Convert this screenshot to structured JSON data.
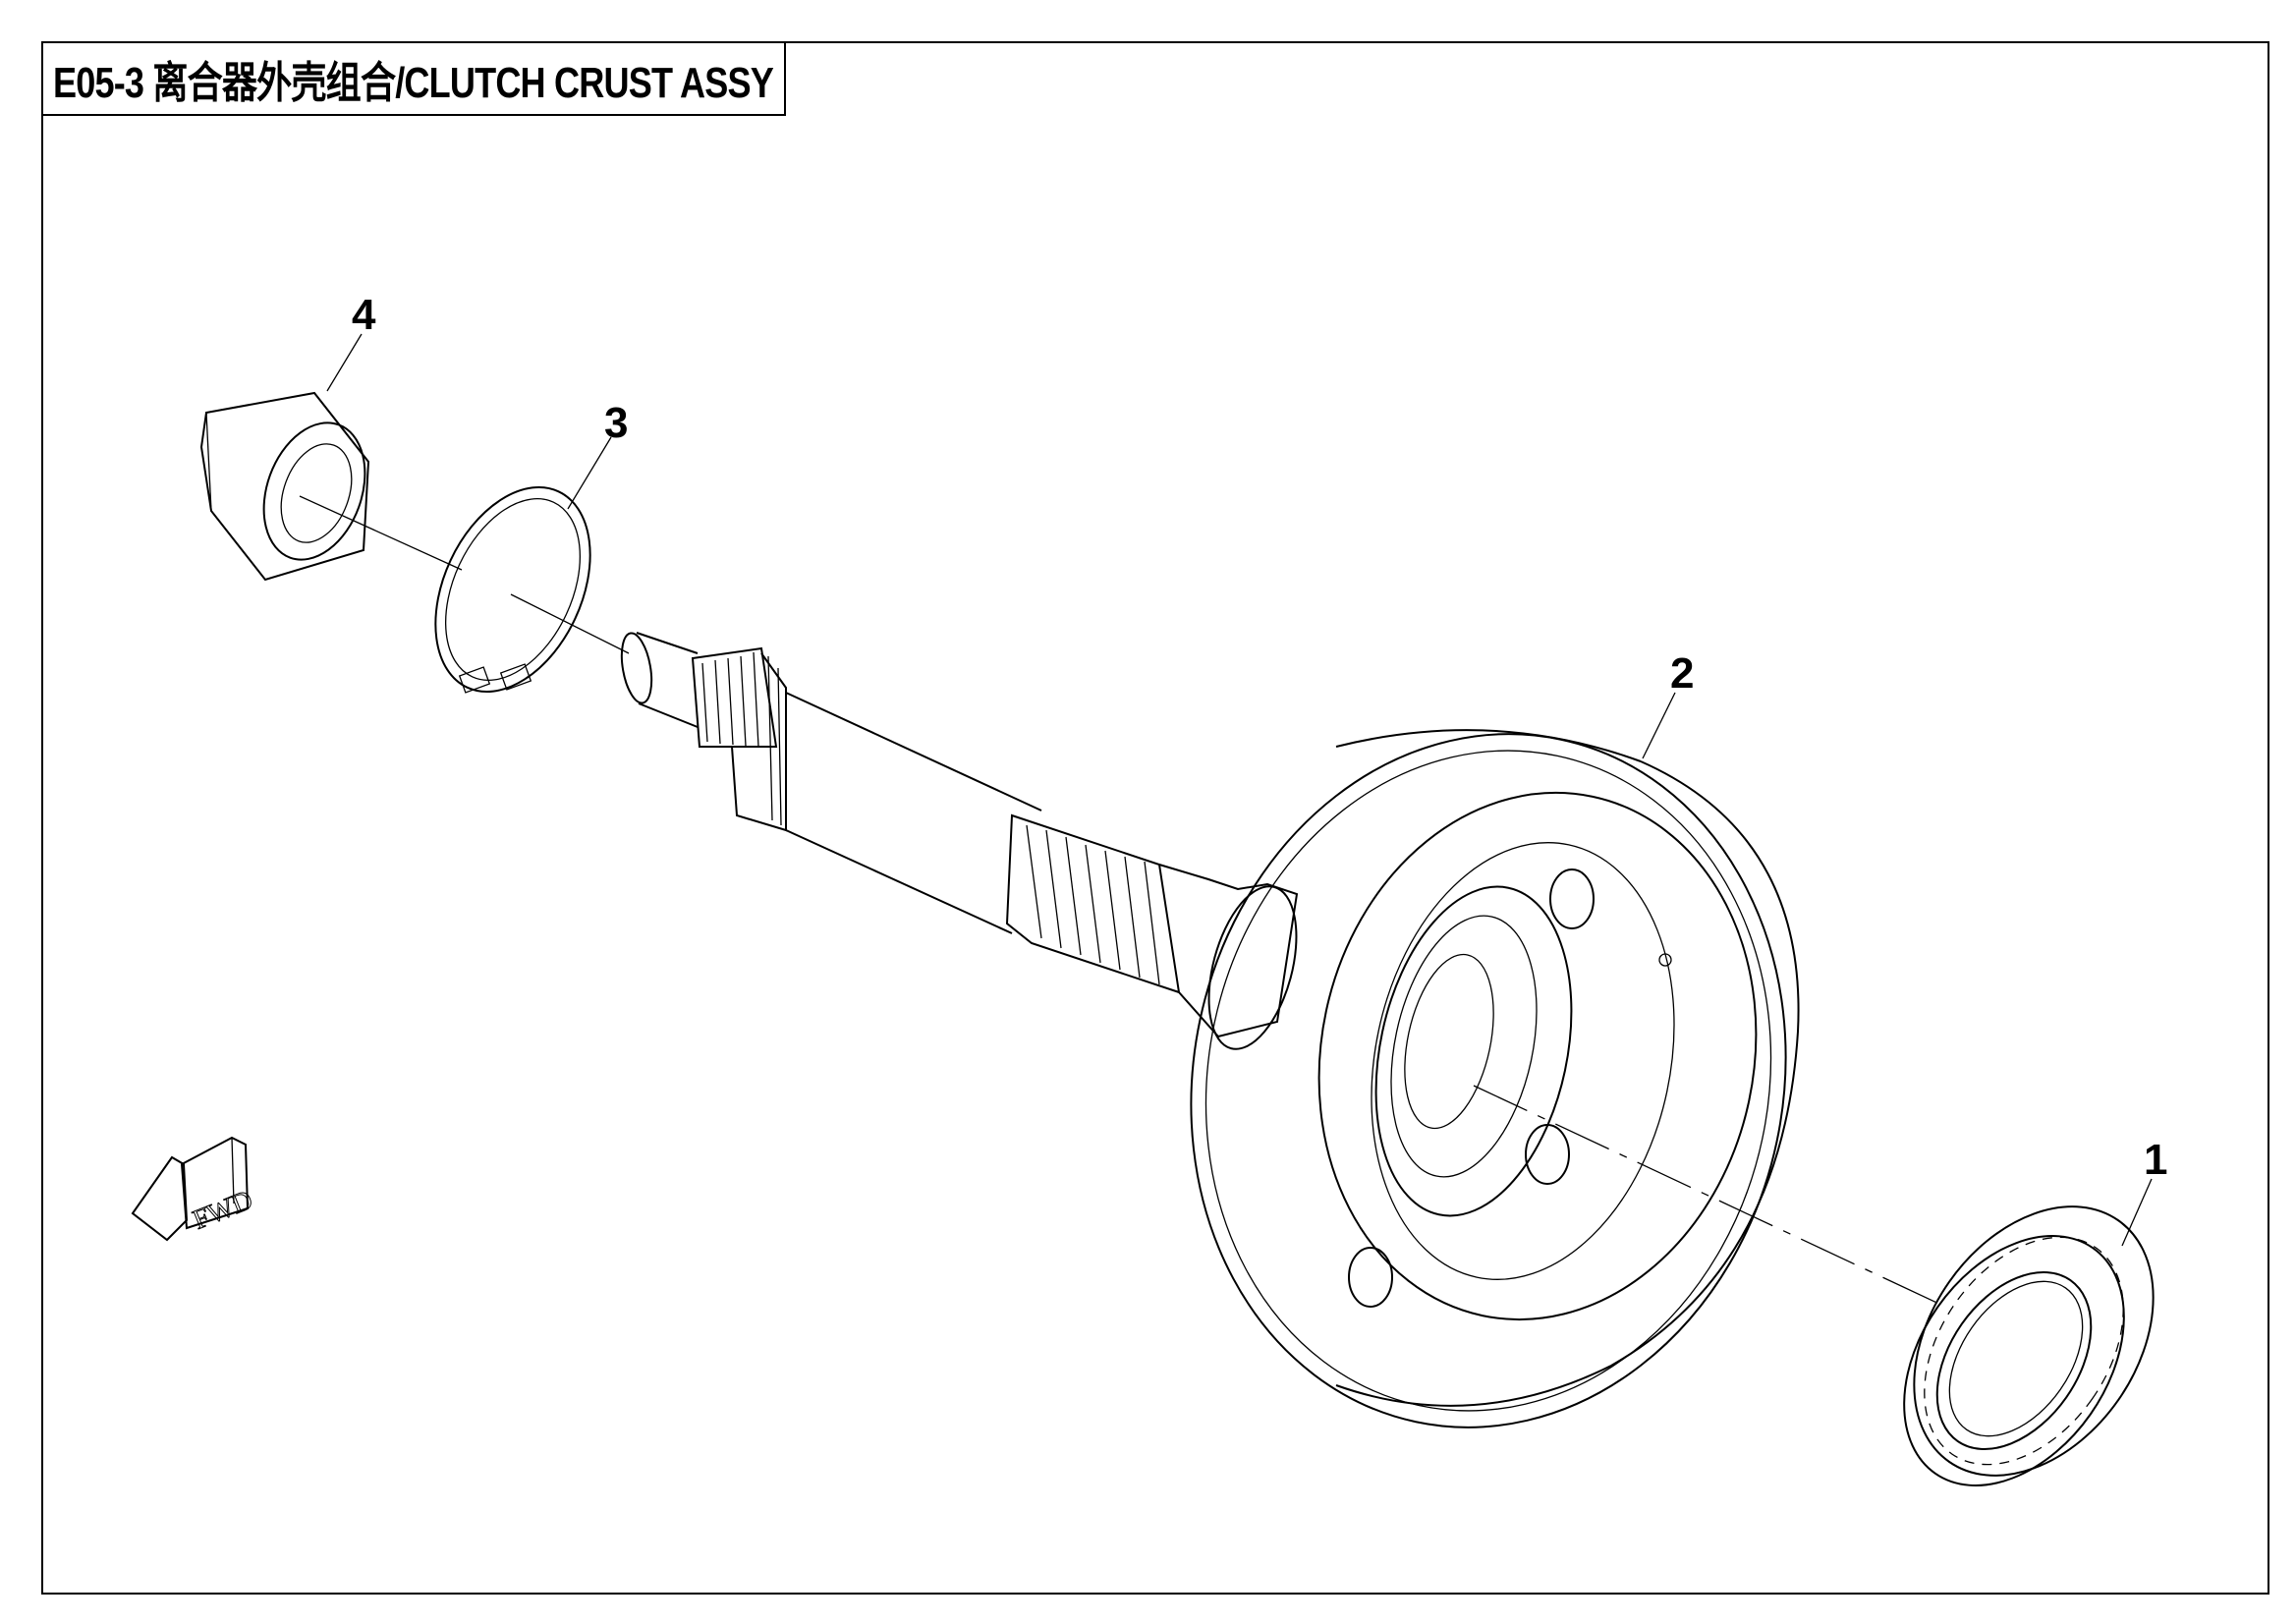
{
  "title": "E05-3 离合器外壳组合/CLUTCH CRUST ASSY",
  "callouts": [
    "1",
    "2",
    "3",
    "4"
  ],
  "direction_marker": "FWD"
}
